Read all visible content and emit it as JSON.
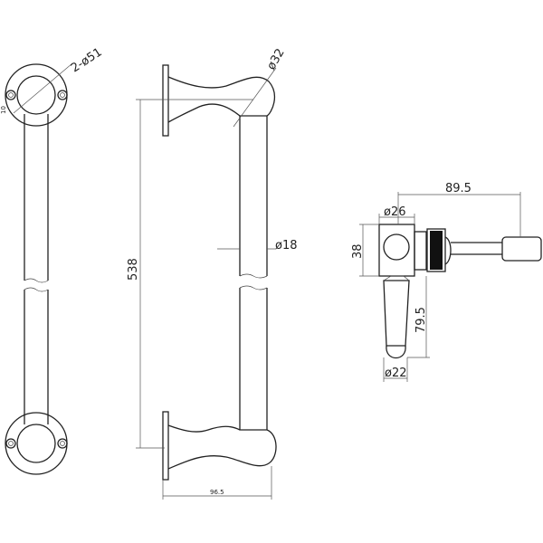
{
  "drawing": {
    "front_view": {
      "rosette_label": "2-ø51",
      "offset_label": "10"
    },
    "side_view": {
      "length_label": "538",
      "bracket_diameter_label": "ø32",
      "bar_diameter_label": "ø18",
      "projection_label": "96.5"
    },
    "valve_detail": {
      "lever_reach_label": "89.5",
      "body_diameter_label": "ø26",
      "body_height_label": "38",
      "handle_length_label": "79.5",
      "handle_diameter_label": "ø22"
    }
  },
  "colors": {
    "line": "#222222",
    "fill": "#000000",
    "background": "#ffffff"
  }
}
